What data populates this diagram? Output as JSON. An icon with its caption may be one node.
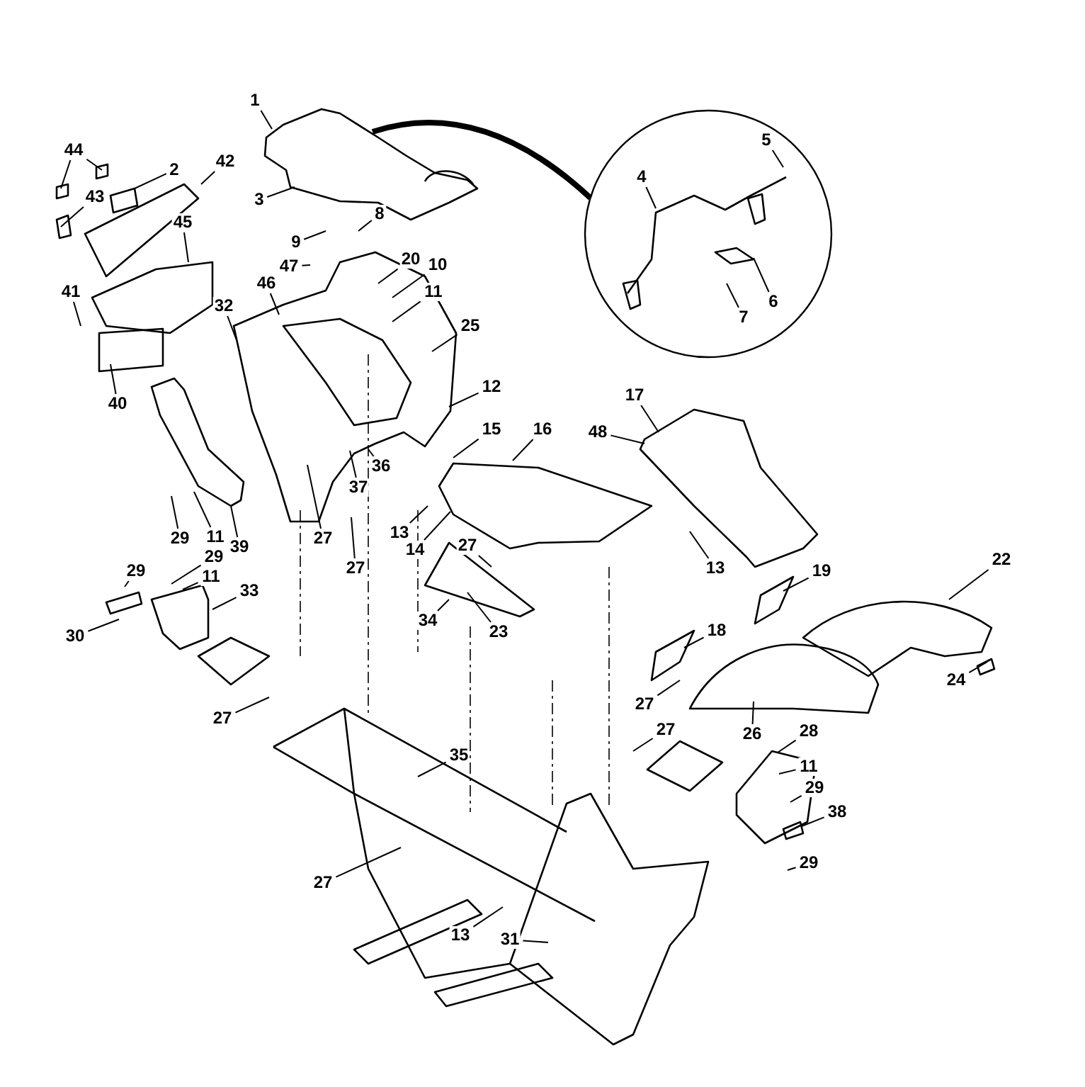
{
  "diagram": {
    "nodes": [
      {
        "text": [],
        "shape": "circle"
      },
      {
        "text": [
          "1"
        ]
      },
      {
        "text": [
          "44"
        ]
      },
      {
        "text": [
          "2"
        ]
      },
      {
        "text": [
          "42"
        ]
      },
      {
        "text": [
          "5"
        ],
        "in": 0
      },
      {
        "text": [
          "4"
        ],
        "in": 0
      },
      {
        "text": [
          "43"
        ]
      },
      {
        "text": [
          "3"
        ]
      },
      {
        "text": [
          "8"
        ]
      },
      {
        "text": [
          "45"
        ]
      },
      {
        "text": [
          "9"
        ]
      },
      {
        "text": [
          "20"
        ]
      },
      {
        "text": [
          "47"
        ]
      },
      {
        "text": [
          "10"
        ]
      },
      {
        "text": [
          "46"
        ]
      },
      {
        "text": [
          "11"
        ]
      },
      {
        "text": [
          "41"
        ]
      },
      {
        "text": [
          "6"
        ],
        "in": 0
      },
      {
        "text": [
          "32"
        ]
      },
      {
        "text": [
          "7"
        ],
        "in": 0
      },
      {
        "text": [
          "25"
        ]
      },
      {
        "text": [
          "12"
        ]
      },
      {
        "text": [
          "17"
        ]
      },
      {
        "text": [
          "40"
        ]
      },
      {
        "text": [
          "16"
        ]
      },
      {
        "text": [
          "15"
        ]
      },
      {
        "text": [
          "48"
        ]
      },
      {
        "text": [
          "36"
        ]
      },
      {
        "text": [
          "37"
        ]
      },
      {
        "text": [
          "13"
        ]
      },
      {
        "text": [
          "27"
        ]
      },
      {
        "text": [
          "14"
        ]
      },
      {
        "text": [
          "29"
        ]
      },
      {
        "text": [
          "11"
        ]
      },
      {
        "text": [
          "39"
        ]
      },
      {
        "text": [
          "27"
        ]
      },
      {
        "text": [
          "27"
        ]
      },
      {
        "text": [
          "13"
        ]
      },
      {
        "text": [
          "19"
        ]
      },
      {
        "text": [
          "22"
        ]
      },
      {
        "text": [
          "29"
        ]
      },
      {
        "text": [
          "11"
        ]
      },
      {
        "text": [
          "29"
        ]
      },
      {
        "text": [
          "33"
        ]
      },
      {
        "text": [
          "34"
        ]
      },
      {
        "text": [
          "23"
        ]
      },
      {
        "text": [
          "18"
        ]
      },
      {
        "text": [
          "30"
        ]
      },
      {
        "text": [
          "24"
        ]
      },
      {
        "text": [
          "27"
        ]
      },
      {
        "text": [
          "26"
        ]
      },
      {
        "text": [
          "27"
        ]
      },
      {
        "text": [
          "28"
        ]
      },
      {
        "text": [
          "35"
        ]
      },
      {
        "text": [
          "11"
        ]
      },
      {
        "text": [
          "29"
        ]
      },
      {
        "text": [
          "38"
        ]
      },
      {
        "text": [
          "29"
        ]
      },
      {
        "text": [
          "27"
        ]
      },
      {
        "text": [
          "13"
        ]
      },
      {
        "text": [
          "31"
        ]
      },
      {
        "text": [
          "27"
        ]
      }
    ],
    "edges": [
      {
        "from": null,
        "to": 0,
        "arrow": "none",
        "style": "thick"
      },
      {
        "from": 1,
        "to": null,
        "arrow": "none"
      },
      {
        "from": 2,
        "to": null,
        "arrow": "none"
      },
      {
        "from": 2,
        "to": null,
        "arrow": "none"
      },
      {
        "from": 3,
        "to": null,
        "arrow": "none"
      },
      {
        "from": 4,
        "to": null,
        "arrow": "none"
      },
      {
        "from": 5,
        "to": null,
        "arrow": "none"
      },
      {
        "from": 6,
        "to": null,
        "arrow": "none"
      },
      {
        "from": 7,
        "to": null,
        "arrow": "none"
      },
      {
        "from": 8,
        "to": null,
        "arrow": "none"
      },
      {
        "from": 9,
        "to": null,
        "arrow": "none"
      },
      {
        "from": 10,
        "to": null,
        "arrow": "none"
      },
      {
        "from": 11,
        "to": null,
        "arrow": "none"
      },
      {
        "from": 12,
        "to": null,
        "arrow": "none"
      },
      {
        "from": 13,
        "to": null,
        "arrow": "none"
      },
      {
        "from": 14,
        "to": null,
        "arrow": "none"
      },
      {
        "from": 15,
        "to": null,
        "arrow": "none"
      },
      {
        "from": 16,
        "to": null,
        "arrow": "none"
      },
      {
        "from": 17,
        "to": null,
        "arrow": "none"
      },
      {
        "from": 18,
        "to": null,
        "arrow": "none"
      },
      {
        "from": 19,
        "to": null,
        "arrow": "none"
      },
      {
        "from": 20,
        "to": null,
        "arrow": "none"
      },
      {
        "from": 21,
        "to": null,
        "arrow": "none"
      },
      {
        "from": 22,
        "to": null,
        "arrow": "none"
      },
      {
        "from": 23,
        "to": null,
        "arrow": "none"
      },
      {
        "from": 24,
        "to": null,
        "arrow": "none"
      },
      {
        "from": 25,
        "to": null,
        "arrow": "none"
      },
      {
        "from": 26,
        "to": null,
        "arrow": "none"
      },
      {
        "from": 27,
        "to": null,
        "arrow": "none"
      },
      {
        "from": 28,
        "to": null,
        "arrow": "none"
      },
      {
        "from": 29,
        "to": null,
        "arrow": "none"
      },
      {
        "from": 30,
        "to": null,
        "arrow": "none"
      },
      {
        "from": 31,
        "to": null,
        "arrow": "none"
      },
      {
        "from": 32,
        "to": null,
        "arrow": "none"
      },
      {
        "from": 33,
        "to": null,
        "arrow": "none"
      },
      {
        "from": 34,
        "to": null,
        "arrow": "none"
      },
      {
        "from": 35,
        "to": null,
        "arrow": "none"
      },
      {
        "from": 36,
        "to": null,
        "arrow": "none"
      },
      {
        "from": 37,
        "to": null,
        "arrow": "none"
      },
      {
        "from": 38,
        "to": null,
        "arrow": "none"
      },
      {
        "from": 39,
        "to": null,
        "arrow": "none"
      },
      {
        "from": 40,
        "to": null,
        "arrow": "none"
      },
      {
        "from": 41,
        "to": null,
        "arrow": "none"
      },
      {
        "from": 42,
        "to": null,
        "arrow": "none"
      },
      {
        "from": 43,
        "to": null,
        "arrow": "none"
      },
      {
        "from": 44,
        "to": null,
        "arrow": "none"
      },
      {
        "from": 45,
        "to": null,
        "arrow": "none"
      },
      {
        "from": 46,
        "to": null,
        "arrow": "none"
      },
      {
        "from": 47,
        "to": null,
        "arrow": "none"
      },
      {
        "from": 48,
        "to": null,
        "arrow": "none"
      },
      {
        "from": 49,
        "to": null,
        "arrow": "none"
      },
      {
        "from": 50,
        "to": null,
        "arrow": "none"
      },
      {
        "from": 51,
        "to": null,
        "arrow": "none"
      },
      {
        "from": 52,
        "to": null,
        "arrow": "none"
      },
      {
        "from": 53,
        "to": null,
        "arrow": "none"
      },
      {
        "from": 54,
        "to": null,
        "arrow": "none"
      },
      {
        "from": 55,
        "to": null,
        "arrow": "none"
      },
      {
        "from": 56,
        "to": null,
        "arrow": "none"
      },
      {
        "from": 57,
        "to": null,
        "arrow": "none"
      },
      {
        "from": 58,
        "to": null,
        "arrow": "none"
      },
      {
        "from": 59,
        "to": null,
        "arrow": "none"
      },
      {
        "from": 60,
        "to": null,
        "arrow": "none"
      },
      {
        "from": 61,
        "to": null,
        "arrow": "none"
      },
      {
        "from": 62,
        "to": null,
        "arrow": "none"
      }
    ]
  }
}
